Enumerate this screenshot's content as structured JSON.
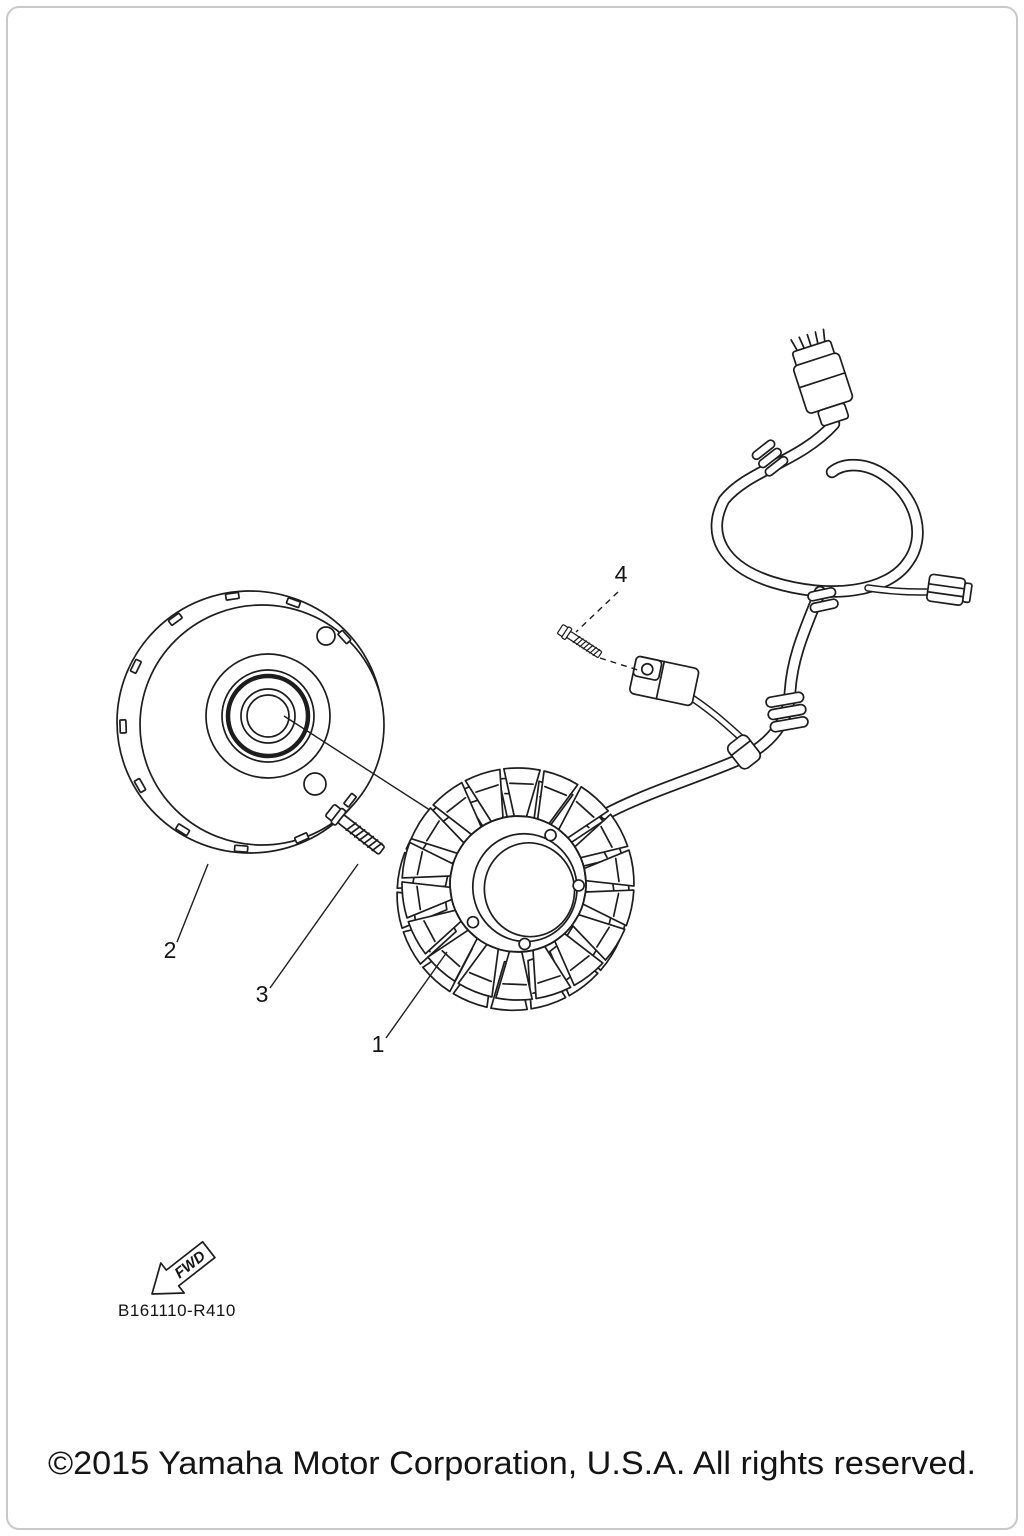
{
  "page": {
    "background": "#ffffff",
    "border_color": "#c9c9c9",
    "line_color": "#1d1d1d"
  },
  "diagram": {
    "title_hint": "generator-exploded-view",
    "callouts": {
      "stator": "1",
      "rotor": "2",
      "rotor_bolt": "3",
      "holder_bolt": "4"
    },
    "fwd_label": "FWD",
    "part_code": "B161110-R410"
  },
  "footer": {
    "copyright": "©2015 Yamaha Motor Corporation, U.S.A. All rights reserved."
  }
}
